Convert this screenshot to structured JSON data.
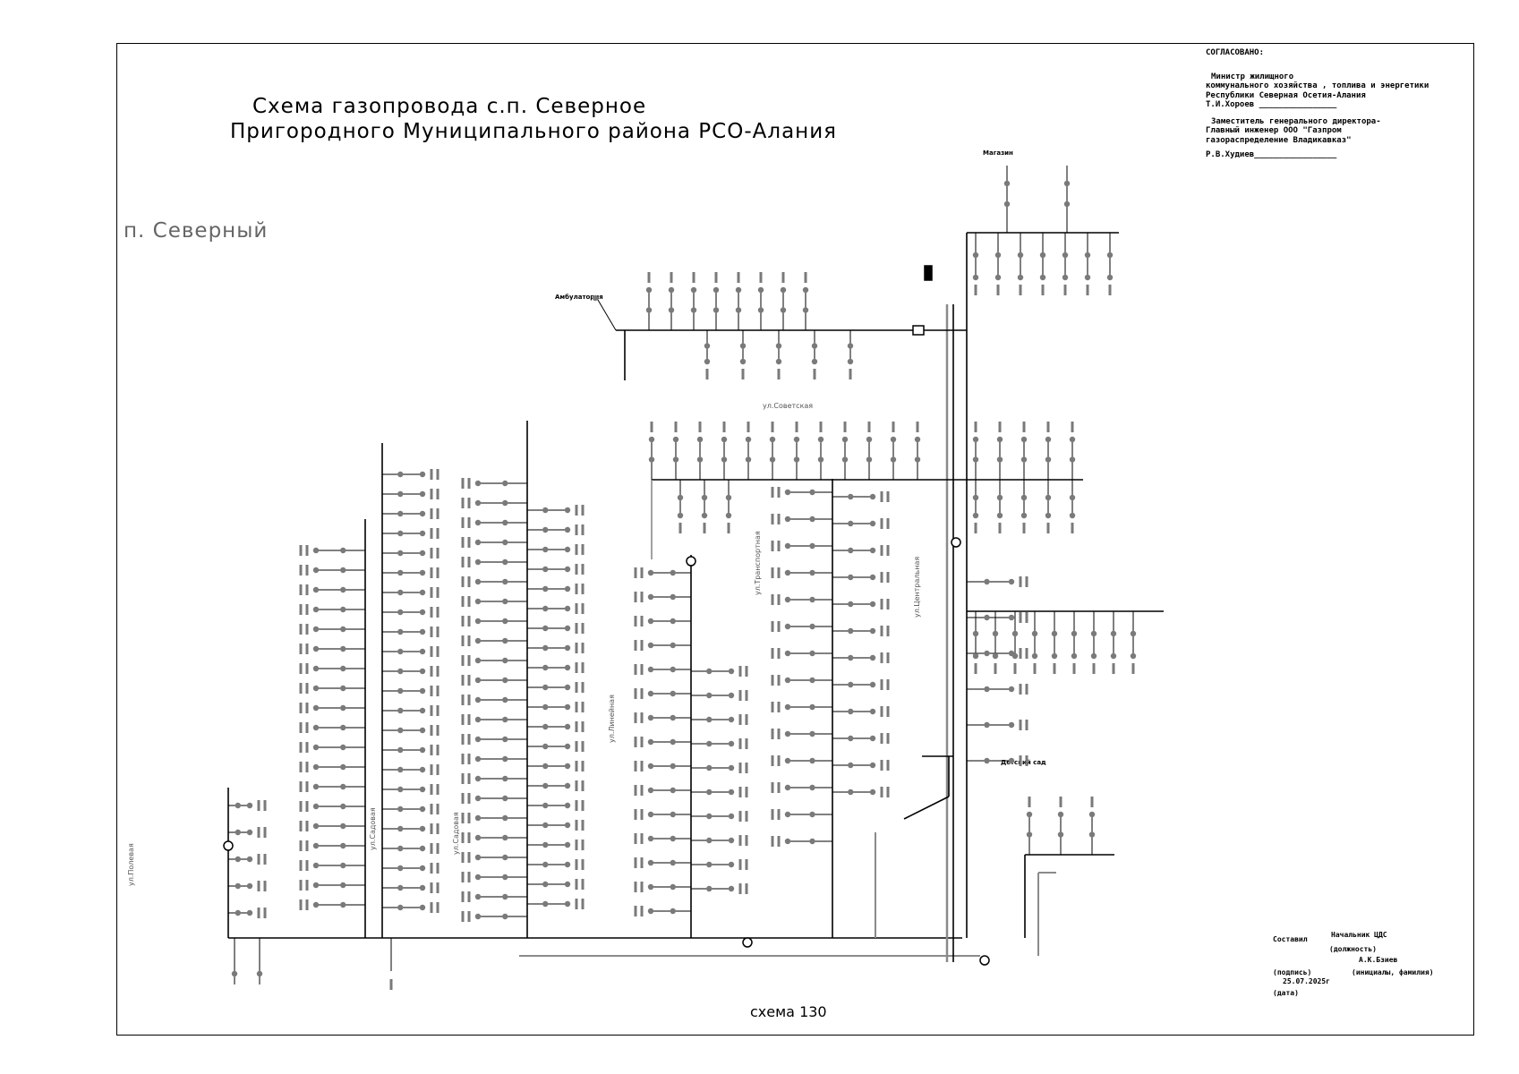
{
  "title": {
    "line1": "Схема газопровода с.п. Северное",
    "line2": "Пригородного  Муниципального района РСО-Алания"
  },
  "settlement": "п. Северный",
  "approval": {
    "heading": "СОГЛАСОВАНО:",
    "line1": "Министр жилищного",
    "line2": "коммунального хозяйства , топлива и энергетики",
    "line3": "Республики Северная Осетия-Алания",
    "line4": "Т.И.Хороев ________________",
    "line5": "Заместитель генерального директора-",
    "line6": "Главный инженер  ООО \"Газпром",
    "line7": "газораспределение Владикавказ\"",
    "line8": "Р.В.Худиев_________________"
  },
  "signature": {
    "composed_label": "Составил",
    "position": "Начальник ЦДС",
    "position_caption": "(должность)",
    "name": "А.К.Бзиев",
    "sign_caption": "(подпись)",
    "name_caption": "(инициалы, фамилия)",
    "date": "25.07.2025г",
    "date_caption": "(дата)"
  },
  "scheme_number": "схема 130",
  "streets": {
    "poleva": "ул.Полевая",
    "sadovaya": "ул.Садовая",
    "sadovaya2": "ул.Садовая",
    "linejnaya": "ул.Линейная",
    "sovetskaya": "ул.Советская",
    "transportnaya": "ул.Транспортная",
    "tsentralnaya": "ул.Центральная"
  },
  "objects": {
    "ambulatory": "Амбулатория",
    "shop": "Магазин",
    "kindergarten": "Детский сад"
  },
  "colors": {
    "line": "#000000",
    "gray_pipe": "#8a8a8a",
    "node": "#7a7a7a"
  }
}
